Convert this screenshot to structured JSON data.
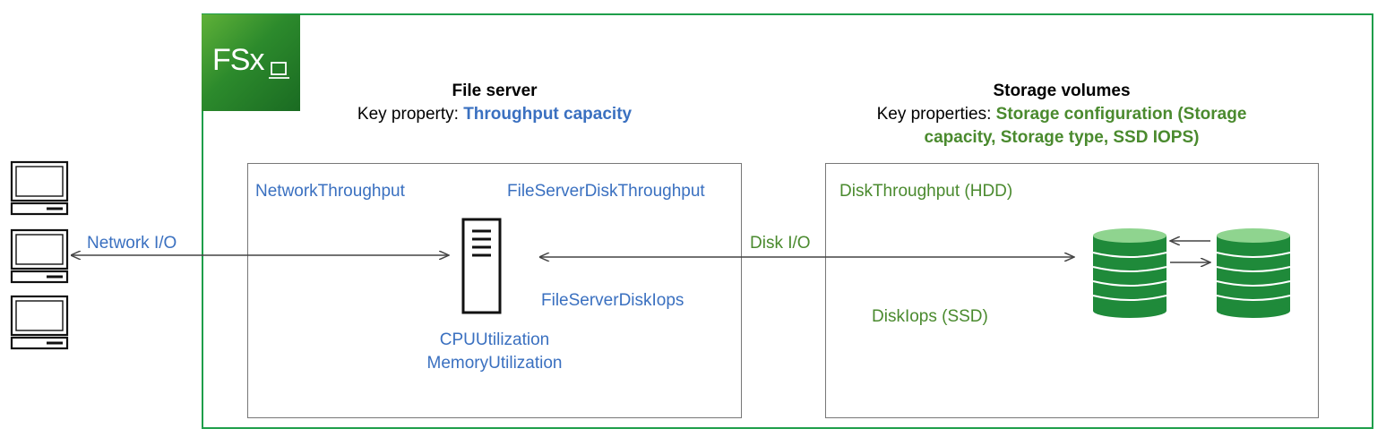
{
  "logo": {
    "text": "FSx",
    "icon": "laptop-icon"
  },
  "file_server": {
    "title": "File server",
    "key_label": "Key property: ",
    "key_value": "Throughput capacity",
    "metrics": {
      "network_throughput": "NetworkThroughput",
      "disk_throughput": "FileServerDiskThroughput",
      "disk_iops": "FileServerDiskIops",
      "cpu": "CPUUtilization",
      "memory": "MemoryUtilization"
    }
  },
  "storage": {
    "title": "Storage volumes",
    "key_label": "Key properties: ",
    "key_value_line1": "Storage configuration (Storage",
    "key_value_line2": "capacity, Storage type, SSD IOPS)",
    "metrics": {
      "disk_throughput_hdd": "DiskThroughput (HDD)",
      "disk_iops_ssd": "DiskIops (SSD)"
    }
  },
  "connections": {
    "network_io": "Network I/O",
    "disk_io": "Disk I/O"
  },
  "colors": {
    "outer_border": "#1e9e4a",
    "blue_text": "#3a70c0",
    "green_text": "#4a8a2e",
    "database_fill": "#1f8a3a"
  }
}
